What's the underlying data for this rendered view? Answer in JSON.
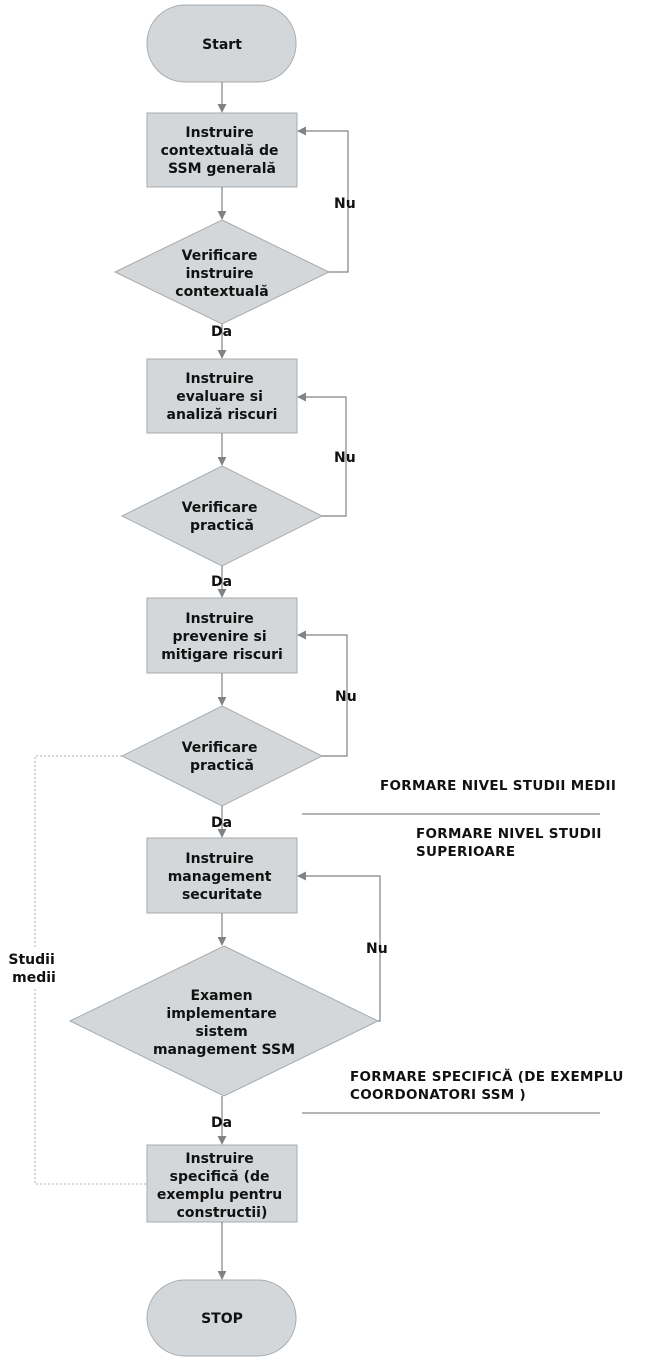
{
  "nodes": {
    "start": "Start",
    "step1": [
      "Instruire",
      "contextuală de",
      "SSM generală"
    ],
    "check1": [
      "Verificare",
      "instruire",
      "contextuală"
    ],
    "step2": [
      "Instruire",
      "evaluare si",
      "analiză riscuri"
    ],
    "check2": [
      "Verificare",
      "practică"
    ],
    "step3": [
      "Instruire",
      "prevenire si",
      "mitigare riscuri"
    ],
    "check3": [
      "Verificare",
      "practică"
    ],
    "step4": [
      "Instruire",
      "management",
      "securitate"
    ],
    "check4": [
      "Examen",
      "implementare",
      "sistem",
      "management SSM"
    ],
    "step5": [
      "Instruire",
      "specifică (de",
      "exemplu pentru",
      "constructii)"
    ],
    "stop": "STOP"
  },
  "edges": {
    "yes": "Da",
    "no": "Nu",
    "medium_studies": [
      "Studii",
      "medii"
    ]
  },
  "annotations": {
    "level_medium": "FORMARE NIVEL STUDII MEDII",
    "level_higher": [
      "FORMARE NIVEL STUDII",
      "SUPERIOARE"
    ],
    "specific": [
      "FORMARE SPECIFICĂ (DE EXEMPLU",
      "COORDONATORI SSM )"
    ]
  }
}
